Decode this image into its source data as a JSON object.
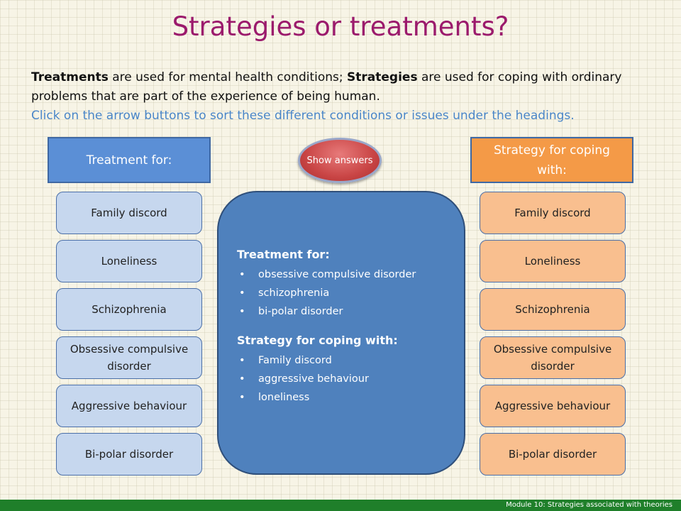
{
  "title": "Strategies or treatments?",
  "intro": {
    "treatments_bold": "Treatments",
    "part1": " are used for mental health conditions; ",
    "strategies_bold": "Strategies",
    "part2": " are used for coping with ordinary problems that are part of the experience of being human.",
    "instruction": "Click on the arrow buttons to sort these different conditions or issues under the headings."
  },
  "headers": {
    "treatment": "Treatment for:",
    "strategy": "Strategy for coping with:"
  },
  "show_answers_button": "Show answers",
  "left_items": [
    "Family discord",
    "Loneliness",
    "Schizophrenia",
    "Obsessive compulsive disorder",
    "Aggressive behaviour",
    "Bi-polar disorder"
  ],
  "right_items": [
    "Family discord",
    "Loneliness",
    "Schizophrenia",
    "Obsessive compulsive disorder",
    "Aggressive behaviour",
    "Bi-polar disorder"
  ],
  "answers": {
    "treatment_heading": "Treatment for:",
    "treatment_items": [
      "obsessive compulsive disorder",
      "schizophrenia",
      "bi-polar disorder"
    ],
    "strategy_heading": "Strategy for coping with:",
    "strategy_items": [
      "Family discord",
      "aggressive behaviour",
      "loneliness"
    ]
  },
  "footer": "Module 10: Strategies associated with theories",
  "colors": {
    "title": "#9b1a6c",
    "instruction": "#4a86c8",
    "treatment_header": "#5b8fd6",
    "strategy_header": "#f49a47",
    "left_pill": "#c6d7ee",
    "right_pill": "#f9bf8f",
    "answers_panel": "#4f81bd",
    "footer_bar": "#1f7f2a",
    "show_button": "#c94545"
  }
}
